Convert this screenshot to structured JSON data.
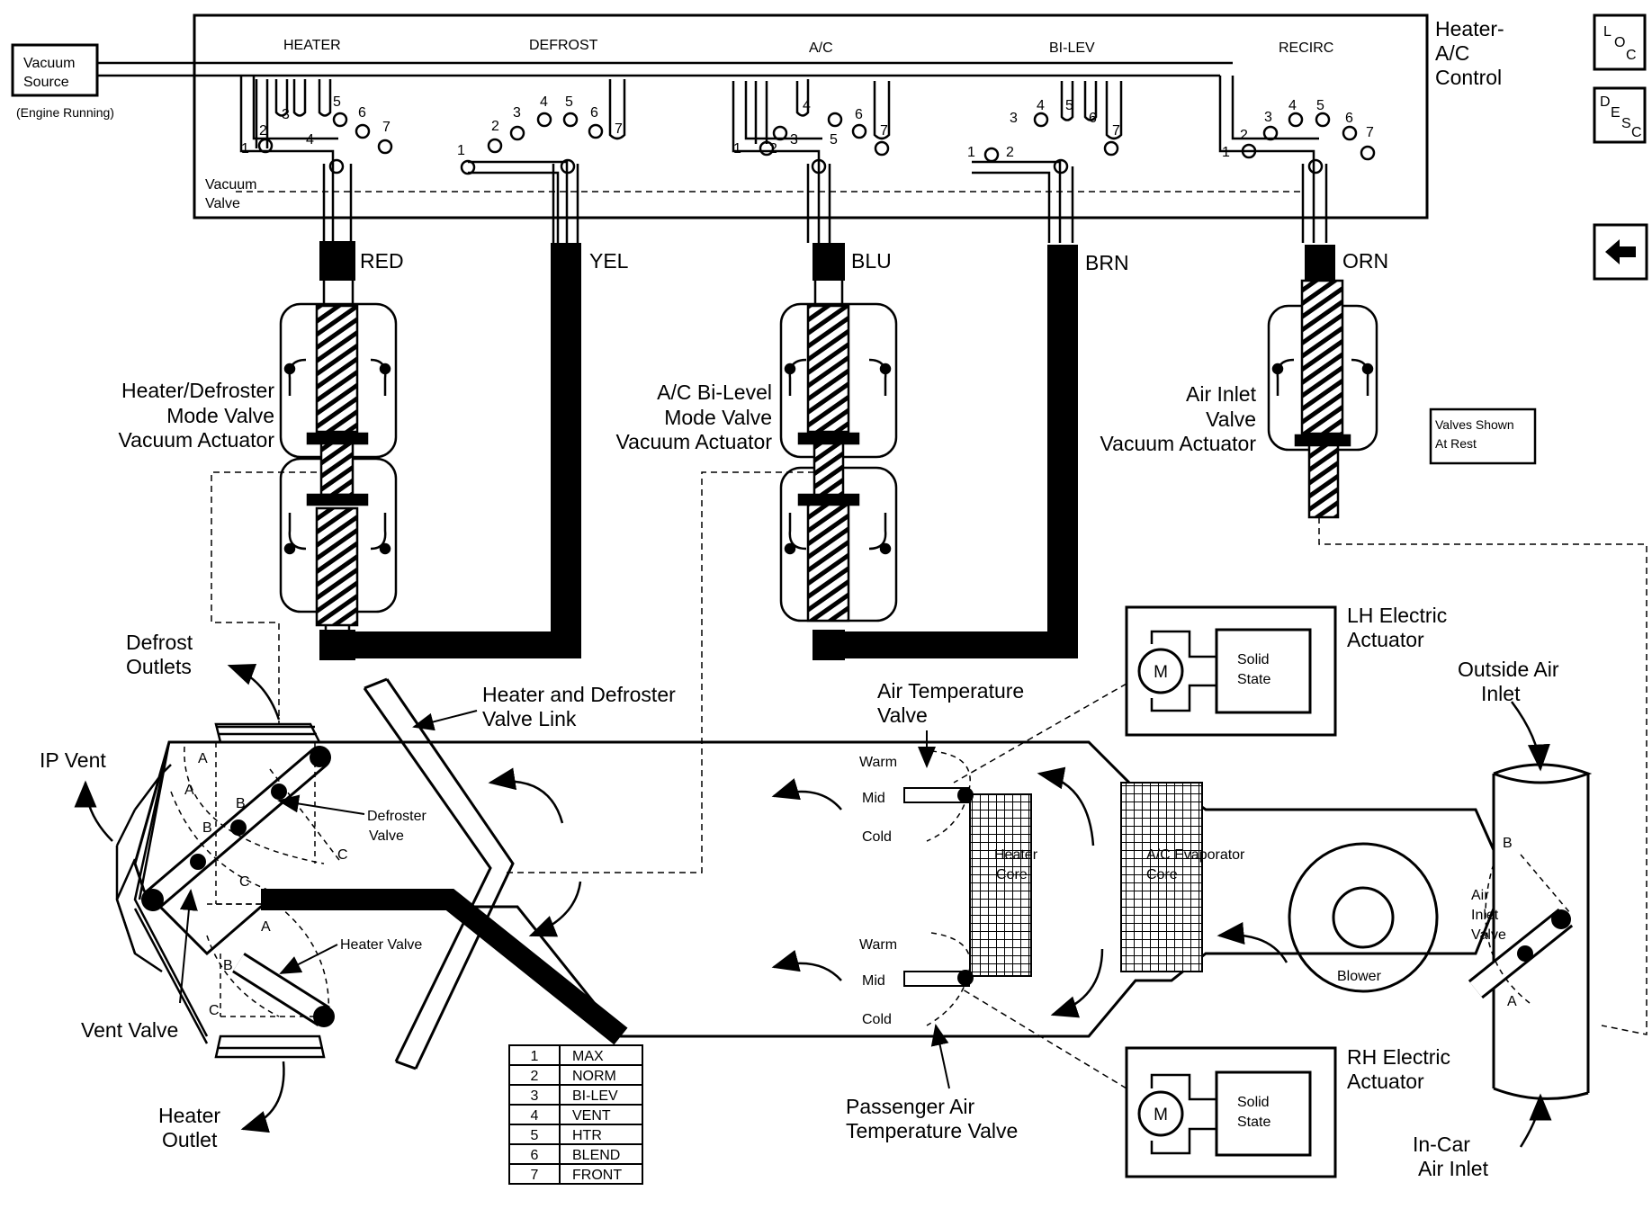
{
  "control": {
    "title_lines": [
      "Heater-",
      "A/C",
      "Control"
    ],
    "modes": [
      "HEATER",
      "DEFROST",
      "A/C",
      "BI-LEV",
      "RECIRC"
    ],
    "vacuum_source_lines": [
      "Vacuum",
      "Source"
    ],
    "engine_running": "(Engine Running)",
    "vacuum_valve_lines": [
      "Vacuum",
      "Valve"
    ],
    "port_numbers": [
      "1",
      "2",
      "3",
      "4",
      "5",
      "6",
      "7"
    ]
  },
  "hoses": [
    "RED",
    "YEL",
    "BLU",
    "BRN",
    "ORN"
  ],
  "actuators": {
    "heater_defroster_lines": [
      "Heater/Defroster",
      "Mode Valve",
      "Vacuum Actuator"
    ],
    "ac_bilevel_lines": [
      "A/C Bi-Level",
      "Mode Valve",
      "Vacuum Actuator"
    ],
    "air_inlet_lines": [
      "Air Inlet",
      "Valve",
      "Vacuum Actuator"
    ]
  },
  "valves_shown_lines": [
    "Valves Shown",
    "At Rest"
  ],
  "side_buttons": {
    "loc": [
      "L",
      "O",
      "C"
    ],
    "desc": [
      "D",
      "E",
      "S",
      "C"
    ],
    "back_arrow": "left-arrow-icon"
  },
  "lh_actuator": {
    "label_lines": [
      "LH Electric",
      "Actuator"
    ],
    "motor": "M",
    "solid_state_lines": [
      "Solid",
      "State"
    ]
  },
  "rh_actuator": {
    "label_lines": [
      "RH Electric",
      "Actuator"
    ],
    "motor": "M",
    "solid_state_lines": [
      "Solid",
      "State"
    ]
  },
  "labels": {
    "defrost_outlets": [
      "Defrost",
      "Outlets"
    ],
    "ip_vent": "IP Vent",
    "heater_defroster_link": [
      "Heater and Defroster",
      "Valve Link"
    ],
    "defroster_valve": [
      "Defroster",
      "Valve"
    ],
    "heater_valve": "Heater Valve",
    "vent_valve": "Vent Valve",
    "heater_outlet": [
      "Heater",
      "Outlet"
    ],
    "air_temp_valve": [
      "Air Temperature",
      "Valve"
    ],
    "passenger_air_temp_valve": [
      "Passenger Air",
      "Temperature Valve"
    ],
    "heater_core": [
      "Heater",
      "Core"
    ],
    "evaporator_core": [
      "A/C Evaporator",
      "Core"
    ],
    "blower": "Blower",
    "air_inlet_valve": [
      "Air",
      "Inlet",
      "Valve"
    ],
    "outside_air_inlet": [
      "Outside Air",
      "Inlet"
    ],
    "in_car_air_inlet": [
      "In-Car",
      "Air Inlet"
    ],
    "warm": "Warm",
    "mid": "Mid",
    "cold": "Cold",
    "pos_a": "A",
    "pos_b": "B",
    "pos_c": "C"
  },
  "legend": [
    {
      "num": "1",
      "label": "MAX"
    },
    {
      "num": "2",
      "label": "NORM"
    },
    {
      "num": "3",
      "label": "BI-LEV"
    },
    {
      "num": "4",
      "label": "VENT"
    },
    {
      "num": "5",
      "label": "HTR"
    },
    {
      "num": "6",
      "label": "BLEND"
    },
    {
      "num": "7",
      "label": "FRONT"
    }
  ]
}
